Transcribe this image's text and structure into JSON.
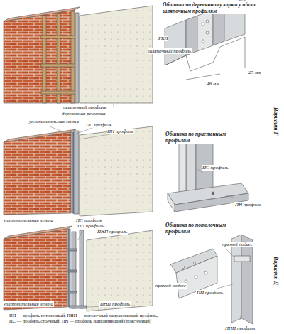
{
  "diagram": {
    "labels": [
      "Обшивка по деревянному каркасу и/или шляпочным профилям",
      "ГКЛ",
      "шляпочный профиль",
      "25 мм",
      "48 мм",
      "шляпочный профиль",
      "деревянная решетка",
      "Вариант Г",
      "уплотнительная лента",
      "ПС профиль",
      "ПН профиль",
      "Обшивка по пристенным профилям",
      "ПС профиль",
      "ПН профиль",
      "ПС профиль",
      "уплотнительная лента",
      "Обшивка по потолочным профилям",
      "ПП профиль",
      "ПНП профиль",
      "прямой подвес",
      "ПП профиль",
      "ПНП профиль",
      "прямой подвес",
      "ПНП профиль",
      "уплотнительная лента",
      "Вариант Д",
      "ПП — профиль потолочный, ПНП — потолочный направляющий профиль,",
      "ПС — профиль стоечный, ПН — профиль направляющий (пристенный)"
    ]
  }
}
